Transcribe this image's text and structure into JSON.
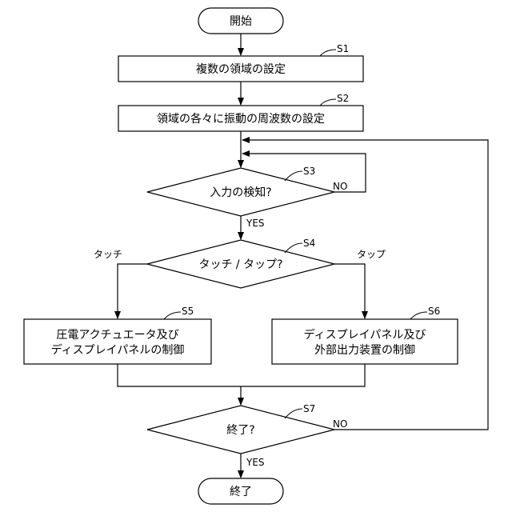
{
  "nodes": {
    "start": "開始",
    "s1": "複数の領域の設定",
    "s2": "領域の各々に振動の周波数の設定",
    "s3": "入力の検知?",
    "s4": "タッチ / タップ?",
    "s5_line1": "圧電アクチュエータ及び",
    "s5_line2": "ディスプレイパネルの制御",
    "s6_line1": "ディスプレイパネル及び",
    "s6_line2": "外部出力装置の制御",
    "s7": "終了?",
    "end": "終了"
  },
  "step_labels": {
    "s1": "S1",
    "s2": "S2",
    "s3": "S3",
    "s4": "S4",
    "s5": "S5",
    "s6": "S6",
    "s7": "S7"
  },
  "branch_labels": {
    "s3_no": "NO",
    "s3_yes": "YES",
    "s4_left": "タッチ",
    "s4_right": "タップ",
    "s7_no": "NO",
    "s7_yes": "YES"
  }
}
